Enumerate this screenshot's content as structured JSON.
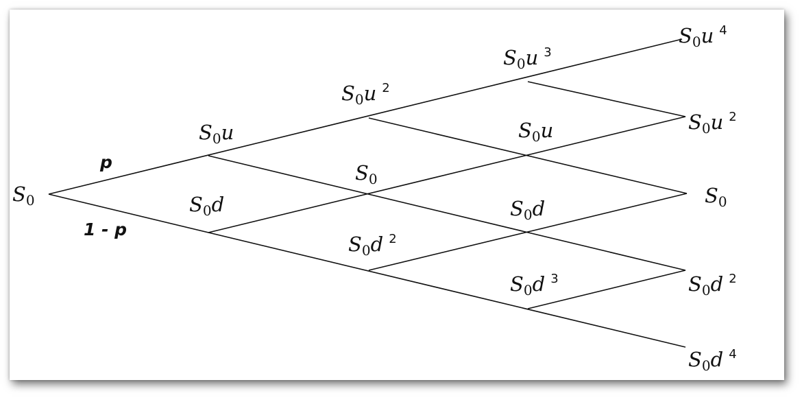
{
  "edge_probabilities": {
    "up": "p",
    "down": "1 - p"
  },
  "nodes": [
    {
      "id": "n00",
      "base": "S",
      "sub": "0",
      "var": "",
      "exp": ""
    },
    {
      "id": "n11",
      "base": "S",
      "sub": "0",
      "var": "u",
      "exp": ""
    },
    {
      "id": "n10",
      "base": "S",
      "sub": "0",
      "var": "d",
      "exp": ""
    },
    {
      "id": "n22",
      "base": "S",
      "sub": "0",
      "var": "u",
      "exp": "2"
    },
    {
      "id": "n21",
      "base": "S",
      "sub": "0",
      "var": "",
      "exp": ""
    },
    {
      "id": "n20",
      "base": "S",
      "sub": "0",
      "var": "d",
      "exp": "2"
    },
    {
      "id": "n33",
      "base": "S",
      "sub": "0",
      "var": "u",
      "exp": "3"
    },
    {
      "id": "n32",
      "base": "S",
      "sub": "0",
      "var": "u",
      "exp": ""
    },
    {
      "id": "n31",
      "base": "S",
      "sub": "0",
      "var": "d",
      "exp": ""
    },
    {
      "id": "n30",
      "base": "S",
      "sub": "0",
      "var": "d",
      "exp": "3"
    },
    {
      "id": "n44",
      "base": "S",
      "sub": "0",
      "var": "u",
      "exp": "4"
    },
    {
      "id": "n43",
      "base": "S",
      "sub": "0",
      "var": "u",
      "exp": "2"
    },
    {
      "id": "n42",
      "base": "S",
      "sub": "0",
      "var": "",
      "exp": ""
    },
    {
      "id": "n41",
      "base": "S",
      "sub": "0",
      "var": "d",
      "exp": "2"
    },
    {
      "id": "n40",
      "base": "S",
      "sub": "0",
      "var": "d",
      "exp": "4"
    }
  ]
}
